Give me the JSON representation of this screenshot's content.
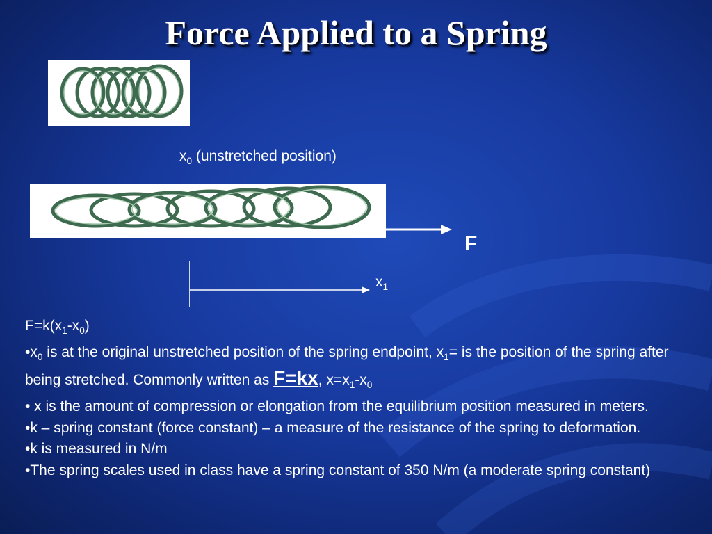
{
  "slide": {
    "title": "Force Applied to a Spring"
  },
  "diagram": {
    "x0_symbol": "x",
    "x0_sub": "0",
    "x0_caption": " (unstretched position)",
    "force_label": "F",
    "x1_symbol": "x",
    "x1_sub": "1"
  },
  "body": {
    "formula": {
      "a": "F=k(x",
      "s1": "1",
      "b": "-x",
      "s2": "0",
      "c": ")"
    },
    "bullet1": {
      "a": "•x",
      "s1": "0",
      "b": " is at the original unstretched position of the spring endpoint, x",
      "s2": "1",
      "c": "= is the position of the spring after being stretched.  Commonly written as ",
      "em": "F=kx",
      "d": ", x=x",
      "s3": "1",
      "e": "-x",
      "s4": "0"
    },
    "bullet2": "• x is the amount of compression or elongation from the equilibrium position measured in meters.",
    "bullet3": "•k – spring constant (force constant) – a measure of the resistance of the spring to deformation.",
    "bullet4": "•k is measured in N/m",
    "bullet5": "•The spring scales used in class have a spring constant of 350 N/m (a moderate spring constant)"
  },
  "colors": {
    "background": "#17399e",
    "text": "#ffffff",
    "spring": "#3e6b4f"
  }
}
